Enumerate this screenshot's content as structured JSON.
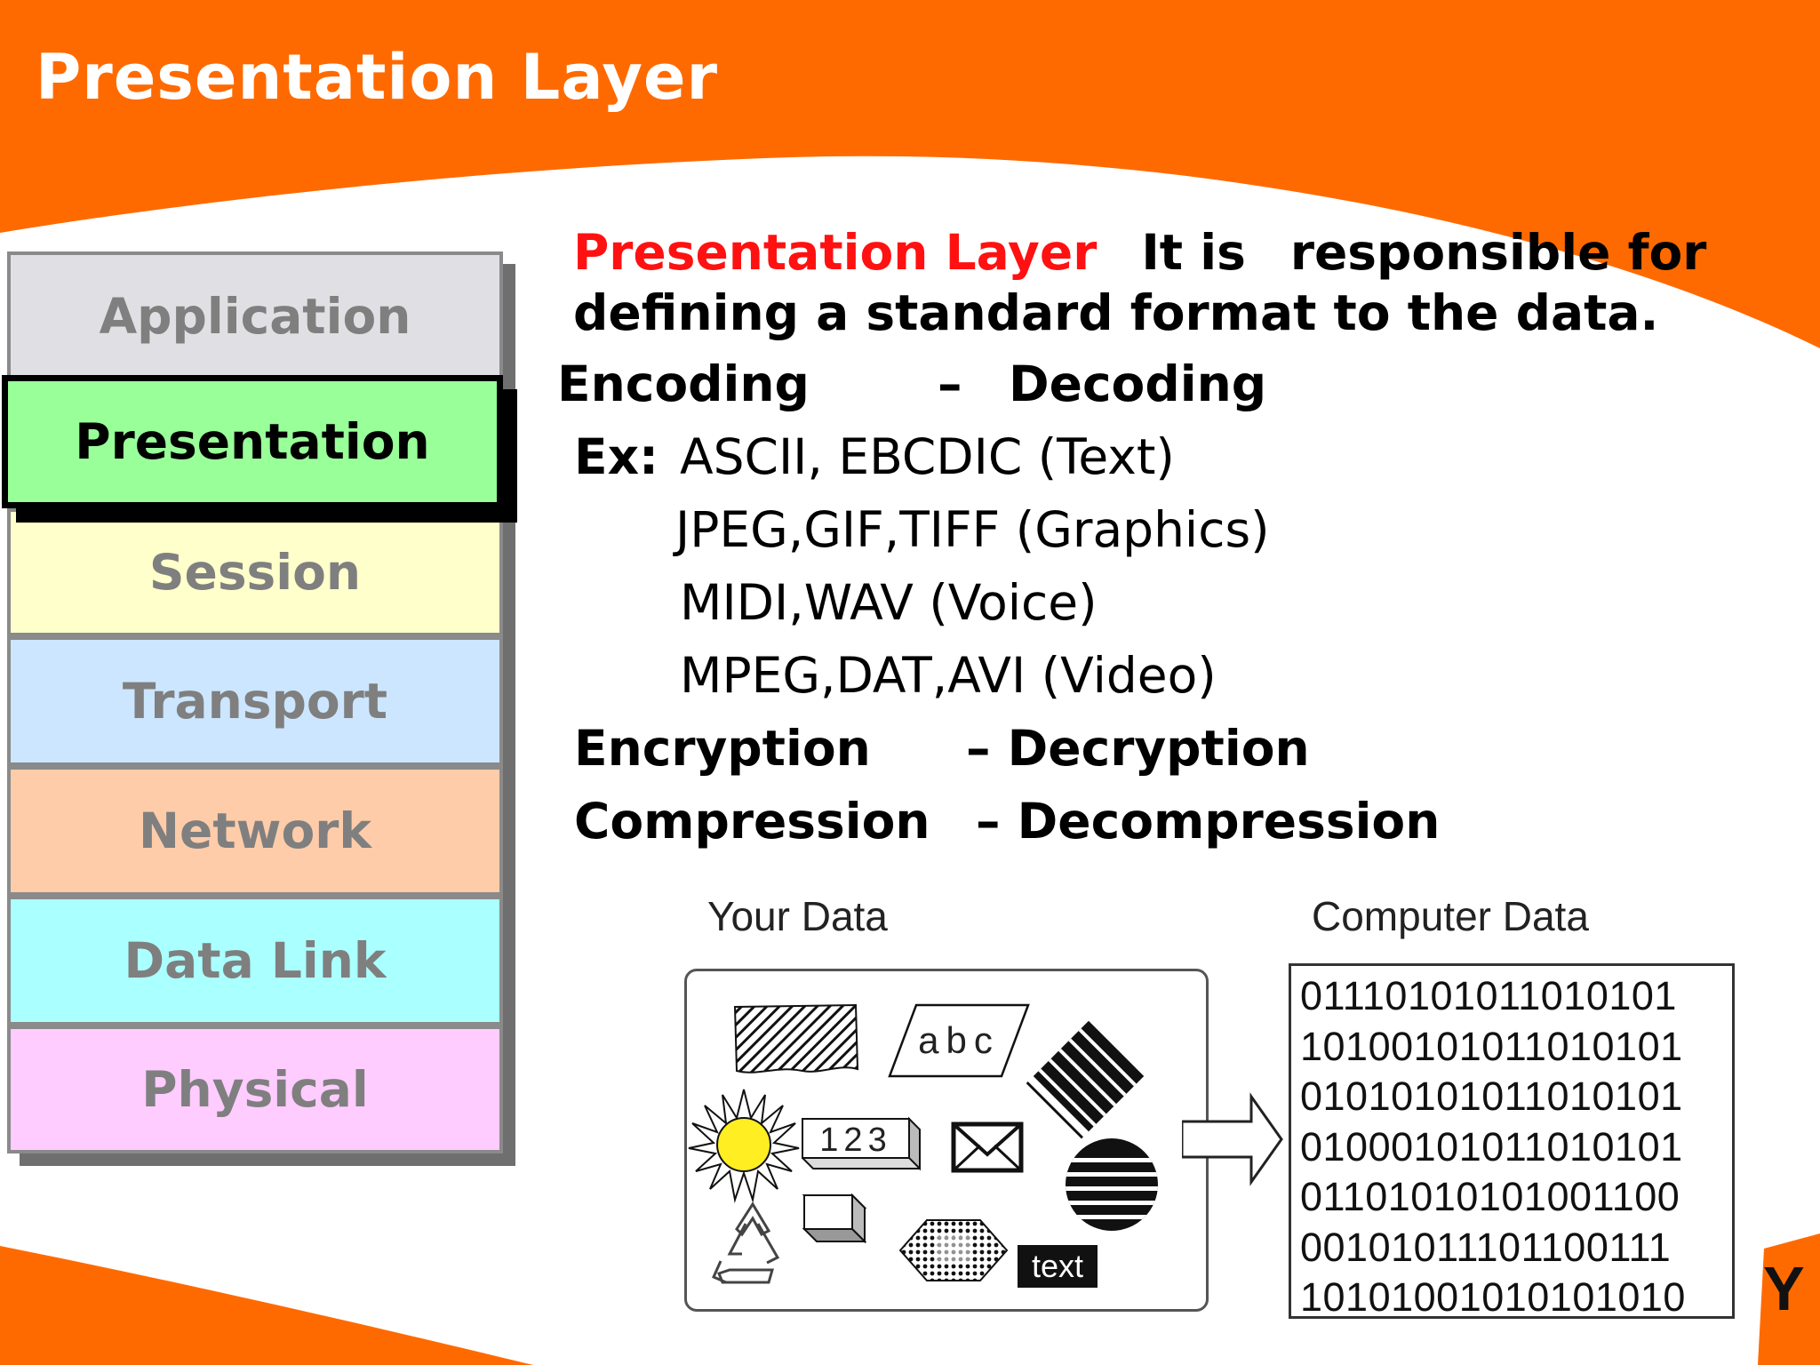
{
  "slide": {
    "title": "Presentation Layer",
    "colors": {
      "header_orange": "#ff6a00",
      "highlight_red": "#ff1111"
    }
  },
  "osi_layers": [
    {
      "label": "Application",
      "fill": "#e0e0e4",
      "active": false
    },
    {
      "label": "Presentation",
      "fill": "#99ff99",
      "active": true
    },
    {
      "label": "Session",
      "fill": "#ffffcc",
      "active": false
    },
    {
      "label": "Transport",
      "fill": "#cce6ff",
      "active": false
    },
    {
      "label": "Network",
      "fill": "#ffccaa",
      "active": false
    },
    {
      "label": "Data Link",
      "fill": "#aaffff",
      "active": false
    },
    {
      "label": "Physical",
      "fill": "#ffccff",
      "active": false
    }
  ],
  "content": {
    "intro_term": "Presentation Layer",
    "intro_text_1": "It is",
    "intro_text_2": "responsible for",
    "intro_text_3": "defining a standard format to the data.",
    "encoding_label": "Encoding",
    "encoding_dash": "–",
    "decoding_label": "Decoding",
    "ex_label": "Ex:",
    "examples": [
      "ASCII, EBCDIC (Text)",
      "JPEG,GIF,TIFF (Graphics)",
      "MIDI,WAV (Voice)",
      "MPEG,DAT,AVI (Video)"
    ],
    "encryption_label": "Encryption",
    "decryption_label": "– Decryption",
    "compression_label": "Compression",
    "decompression_label": "– Decompression"
  },
  "illustration": {
    "your_data_label": "Your Data",
    "computer_data_label": "Computer Data",
    "icon_text_abc": "abc",
    "icon_text_123": "123",
    "icon_text_text": "text",
    "icons": [
      "hatched-flag-icon",
      "abc-parallelogram-icon",
      "striped-diamond-icon",
      "sun-icon",
      "number-block-icon",
      "envelope-icon",
      "striped-circle-icon",
      "recycle-icon",
      "cube-icon",
      "dotted-hexagon-icon",
      "text-label-icon",
      "arrow-right-icon"
    ],
    "bits": [
      "01110101011010101",
      "10100101011010101",
      "01010101011010101",
      "01000101011010101",
      "01101010101001100",
      "00101011101100111",
      "10101001010101010"
    ],
    "logo_glyph": "Y"
  }
}
